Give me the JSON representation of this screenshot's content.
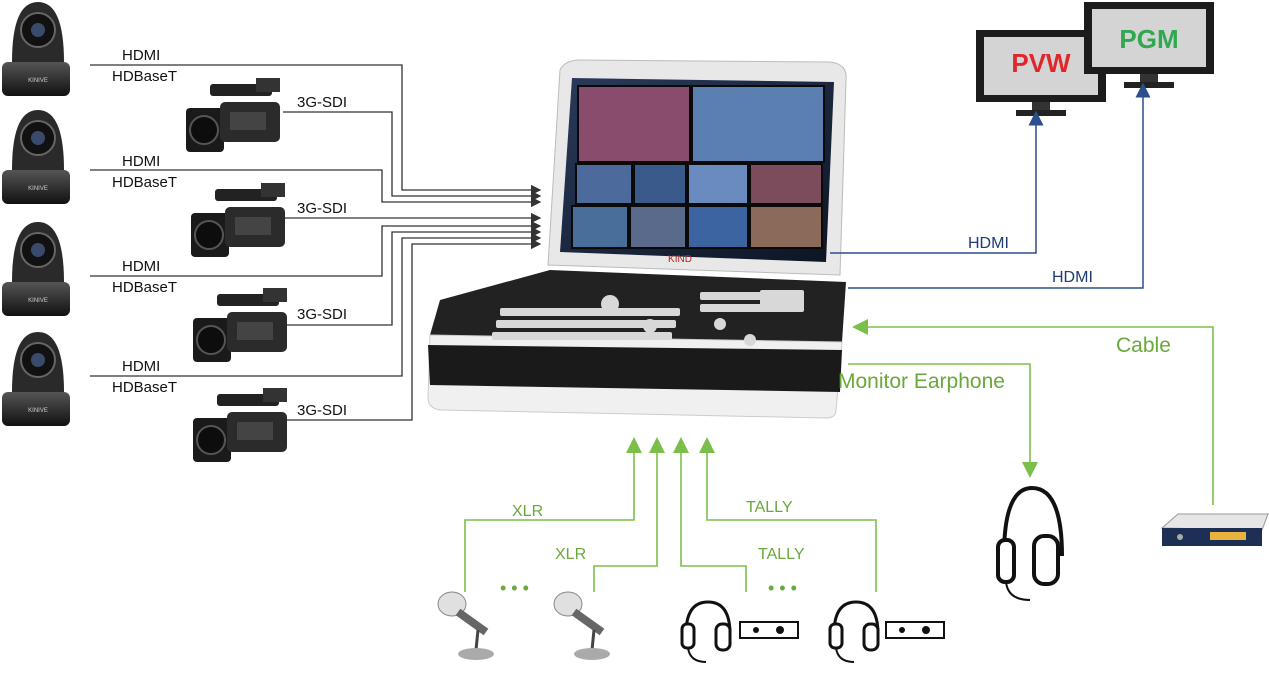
{
  "inputs": [
    {
      "hdmi": "HDMI",
      "hdbaset": "HDBaseT",
      "sdi": "3G-SDI"
    },
    {
      "hdmi": "HDMI",
      "hdbaset": "HDBaseT",
      "sdi": "3G-SDI"
    },
    {
      "hdmi": "HDMI",
      "hdbaset": "HDBaseT",
      "sdi": "3G-SDI"
    },
    {
      "hdmi": "HDMI",
      "hdbaset": "HDBaseT",
      "sdi": "3G-SDI"
    }
  ],
  "camera_brand": "KINIVE",
  "switcher_brand": "KIND",
  "monitors": {
    "pvw": "PVW",
    "pgm": "PGM"
  },
  "outputs": {
    "hdmi_pvw": "HDMI",
    "hdmi_pgm": "HDMI"
  },
  "network": {
    "cable": "Cable"
  },
  "audio_out": {
    "earphone": "Monitor Earphone"
  },
  "audio_in": {
    "xlr1": "XLR",
    "xlr2": "XLR",
    "dots1": "• • •"
  },
  "tally_in": {
    "tally1": "TALLY",
    "tally2": "TALLY",
    "dots2": "• • •"
  },
  "colors": {
    "video_line": "#333333",
    "output_line": "#2b4f8c",
    "audio_line": "#7bbf4a",
    "pvw_text": "#e0262b",
    "pgm_text": "#2fa84f"
  }
}
